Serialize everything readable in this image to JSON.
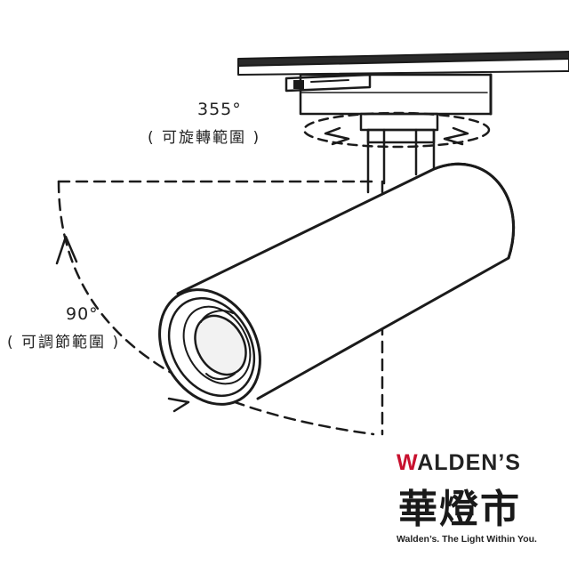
{
  "rotation": {
    "degrees": "355°",
    "caption": "( 可旋轉範圍 )"
  },
  "tilt": {
    "degrees": "90°",
    "caption": "( 可調節範圍 )"
  },
  "brand": {
    "wordmark_initial": "W",
    "wordmark_rest": "ALDEN’S",
    "chinese_name": "華燈市",
    "tagline": "Walden’s. The Light Within You.",
    "accent_color": "#c8102e"
  }
}
